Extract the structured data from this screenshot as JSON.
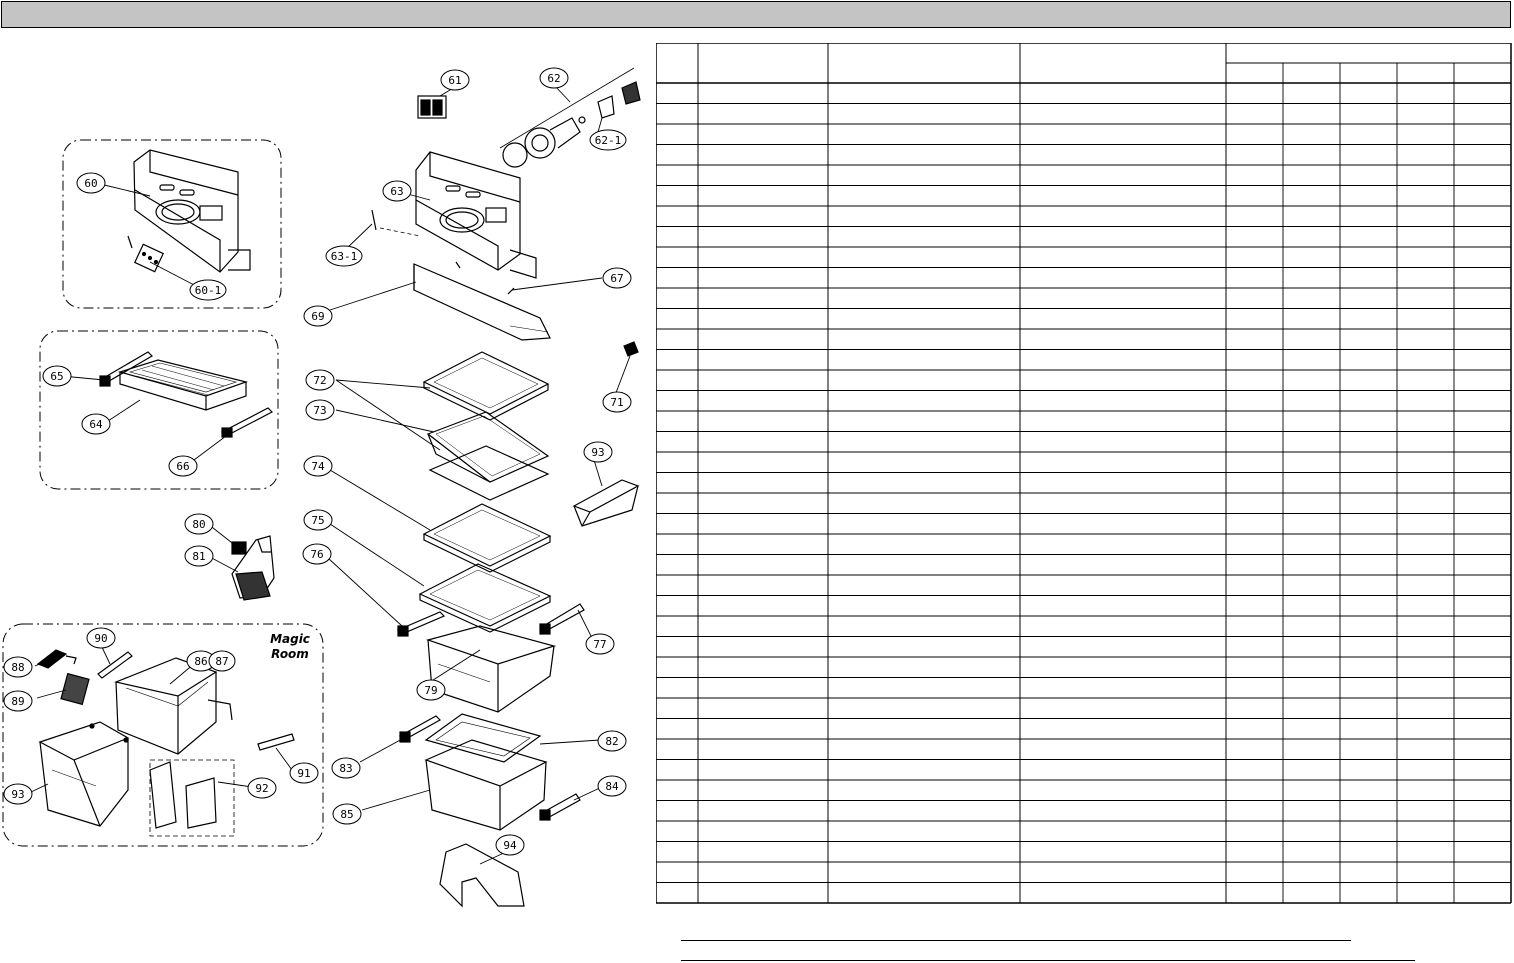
{
  "header": {
    "title": ""
  },
  "diagram": {
    "brand_label_line1": "Magic",
    "brand_label_line2": "Room",
    "callouts": [
      "60",
      "60-1",
      "61",
      "62",
      "62-1",
      "63",
      "63-1",
      "64",
      "65",
      "66",
      "67",
      "69",
      "71",
      "72",
      "73",
      "74",
      "75",
      "76",
      "77",
      "79",
      "80",
      "81",
      "82",
      "83",
      "84",
      "85",
      "86",
      "87",
      "88",
      "89",
      "90",
      "91",
      "92",
      "93",
      "94"
    ]
  },
  "parts_table": {
    "rows": 40,
    "columns": 9,
    "cells_text": []
  },
  "colors": {
    "header_bar": "#c4c4c4",
    "line": "#000000",
    "background": "#ffffff"
  }
}
